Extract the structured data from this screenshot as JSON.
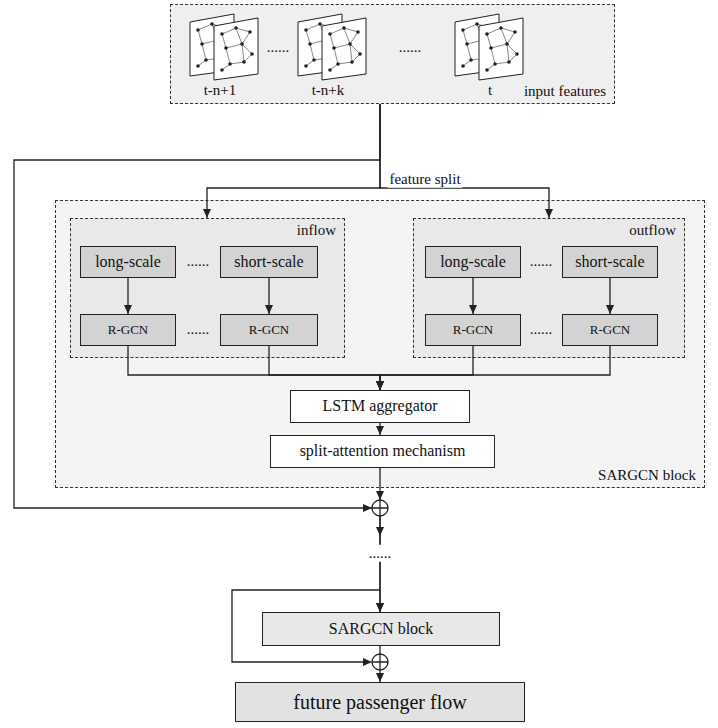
{
  "diagram": {
    "nodes": [
      {
        "text": [
          "input features"
        ]
      },
      {
        "text": [
          "SARGCN block"
        ]
      },
      {
        "text": [
          "inflow"
        ],
        "in": 1
      },
      {
        "text": [
          "long-scale"
        ],
        "in": 2
      },
      {
        "text": [
          "short-scale"
        ],
        "in": 2
      },
      {
        "text": [
          "R-GCN"
        ],
        "in": 2
      },
      {
        "text": [
          "R-GCN"
        ],
        "in": 2
      },
      {
        "text": [
          "outflow"
        ],
        "in": 1
      },
      {
        "text": [
          "long-scale"
        ],
        "in": 7
      },
      {
        "text": [
          "short-scale"
        ],
        "in": 7
      },
      {
        "text": [
          "R-GCN"
        ],
        "in": 7
      },
      {
        "text": [
          "R-GCN"
        ],
        "in": 7
      },
      {
        "text": [
          "LSTM aggregator"
        ],
        "in": 1
      },
      {
        "text": [
          "split-attention mechanism"
        ],
        "in": 1
      },
      {
        "text": [
          "SARGCN block"
        ]
      },
      {
        "text": [
          "future passenger flow"
        ]
      }
    ],
    "edges": [
      {
        "from": 0,
        "to": 2,
        "arrow": "to",
        "label": "feature split"
      },
      {
        "from": 0,
        "to": 7,
        "arrow": "to"
      },
      {
        "from": 3,
        "to": 5,
        "arrow": "to"
      },
      {
        "from": 4,
        "to": 6,
        "arrow": "to"
      },
      {
        "from": 8,
        "to": 10,
        "arrow": "to"
      },
      {
        "from": 9,
        "to": 11,
        "arrow": "to"
      },
      {
        "from": 5,
        "to": 12,
        "arrow": "to"
      },
      {
        "from": 6,
        "to": 12,
        "arrow": "to"
      },
      {
        "from": 10,
        "to": 12,
        "arrow": "to"
      },
      {
        "from": 11,
        "to": 12,
        "arrow": "to"
      },
      {
        "from": 12,
        "to": 13,
        "arrow": "to"
      },
      {
        "from": 13,
        "to": 14,
        "arrow": "to"
      },
      {
        "from": 0,
        "to": 14,
        "arrow": "to"
      },
      {
        "from": 14,
        "to": 15,
        "arrow": "to"
      }
    ],
    "labels": [
      "t-n+1",
      "......",
      "t-n+k",
      "......",
      "t",
      "......",
      "......",
      "......",
      "......",
      "......"
    ]
  }
}
